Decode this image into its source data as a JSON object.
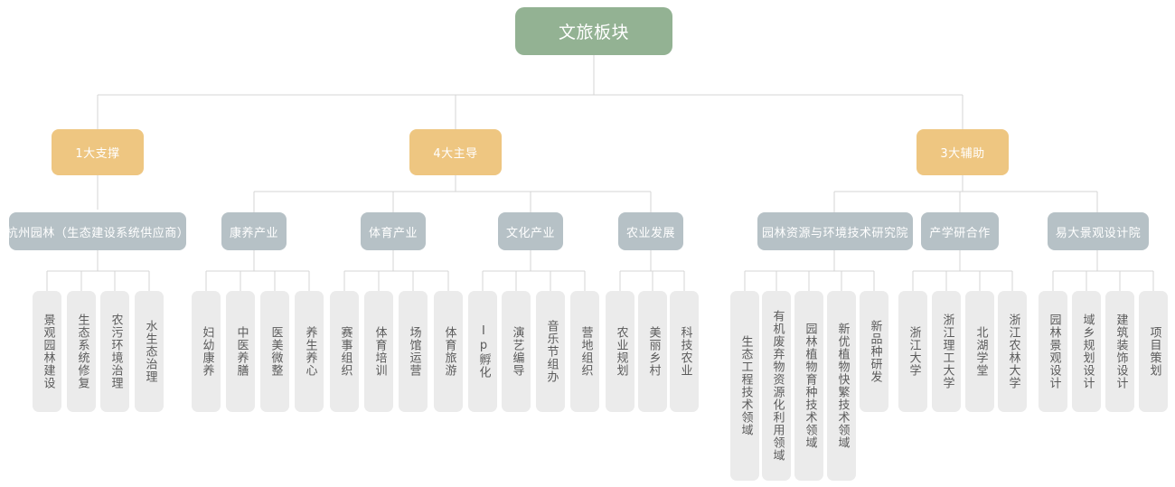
{
  "diagram": {
    "title": "文旅板块",
    "colors": {
      "root": "#93b293",
      "tier2": "#eec681",
      "tier3": "#b6c1c6",
      "leaf": "#ebebeb",
      "connector": "#d4d4d4",
      "leaf_text": "#5b5b5b",
      "node_text": "#ffffff"
    },
    "root": {
      "label": "文旅板块"
    },
    "tier2": [
      {
        "label": "1大支撑"
      },
      {
        "label": "4大主导"
      },
      {
        "label": "3大辅助"
      }
    ],
    "tier3": [
      {
        "label": "杭州园林（生态建设系统供应商）"
      },
      {
        "label": "康养产业"
      },
      {
        "label": "体育产业"
      },
      {
        "label": "文化产业"
      },
      {
        "label": "农业发展"
      },
      {
        "label": "园林资源与环境技术研究院"
      },
      {
        "label": "产学研合作"
      },
      {
        "label": "易大景观设计院"
      }
    ],
    "leaves": {
      "hangzhou_yuanlin": [
        {
          "label": "景观园林建设"
        },
        {
          "label": "生态系统修复"
        },
        {
          "label": "农污环境治理"
        },
        {
          "label": "水生态治理"
        }
      ],
      "kangyang": [
        {
          "label": "妇幼康养"
        },
        {
          "label": "中医养膳"
        },
        {
          "label": "医美微整"
        },
        {
          "label": "养生养心"
        }
      ],
      "tiyu": [
        {
          "label": "赛事组织"
        },
        {
          "label": "体育培训"
        },
        {
          "label": "场馆运营"
        },
        {
          "label": "体育旅游"
        }
      ],
      "wenhua": [
        {
          "label": "Ip孵化"
        },
        {
          "label": "演艺编导"
        },
        {
          "label": "音乐节组办"
        },
        {
          "label": "营地组织"
        }
      ],
      "nongye": [
        {
          "label": "农业规划"
        },
        {
          "label": "美丽乡村"
        },
        {
          "label": "科技农业"
        }
      ],
      "yanjiuyuan": [
        {
          "label": "生态工程技术领域"
        },
        {
          "label": "有机废弃物资源化利用领域"
        },
        {
          "label": "园林植物育种技术领域"
        },
        {
          "label": "新优植物快繁技术领域"
        },
        {
          "label": "新品种研发"
        }
      ],
      "chanxueyan": [
        {
          "label": "浙江大学"
        },
        {
          "label": "浙江理工大学"
        },
        {
          "label": "北湖学堂"
        },
        {
          "label": "浙江农林大学"
        }
      ],
      "yida": [
        {
          "label": "园林景观设计"
        },
        {
          "label": "域乡规划设计"
        },
        {
          "label": "建筑装饰设计"
        },
        {
          "label": "项目策划"
        }
      ]
    }
  }
}
